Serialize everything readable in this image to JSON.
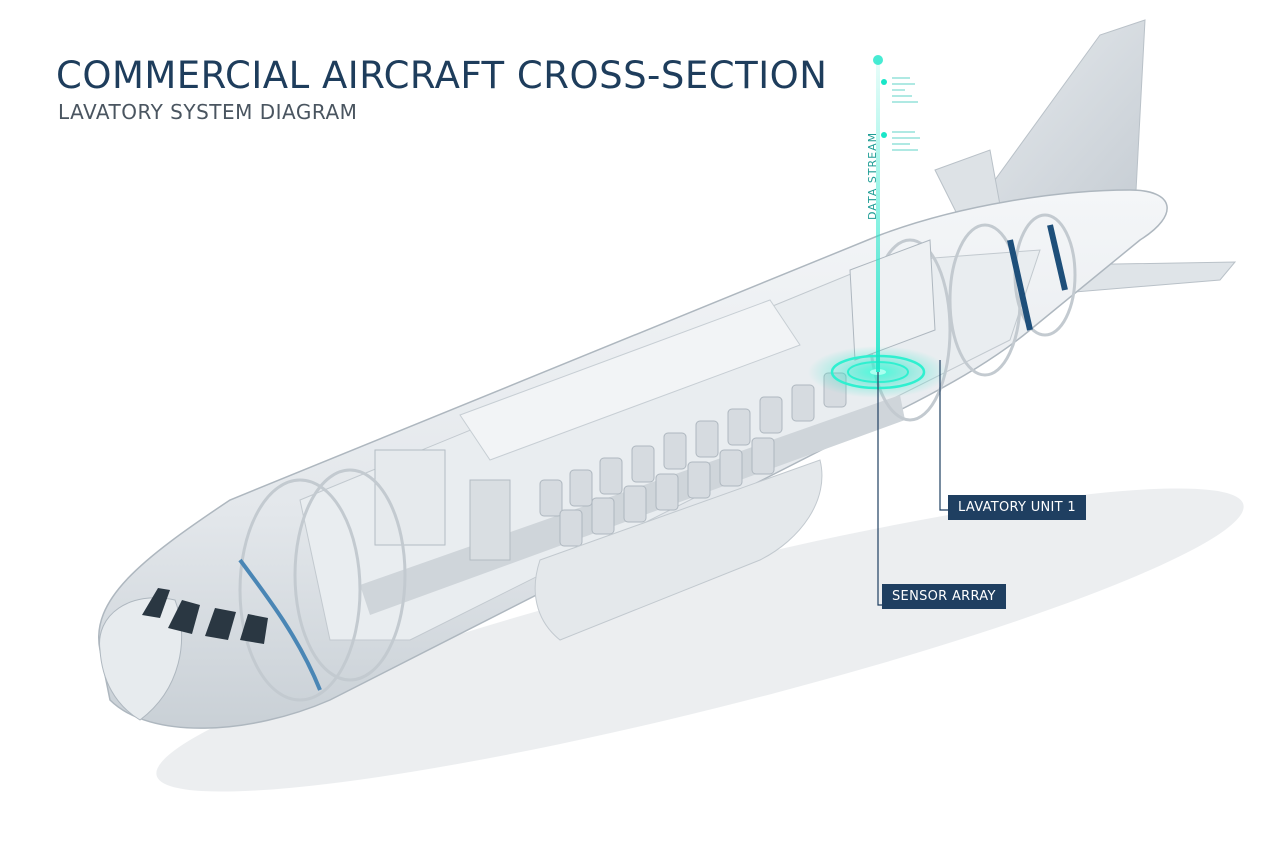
{
  "header": {
    "title": "COMMERCIAL AIRCRAFT CROSS-SECTION",
    "subtitle": "LAVATORY SYSTEM DIAGRAM"
  },
  "callouts": {
    "lavatory_unit": "LAVATORY UNIT 1",
    "sensor_array": "SENSOR ARRAY",
    "data_stream": "DATA STREAM"
  },
  "colors": {
    "title": "#1e3d5c",
    "label_bg": "#1f3f61",
    "glow": "#19e6c8",
    "duct": "#1e4f7a"
  }
}
